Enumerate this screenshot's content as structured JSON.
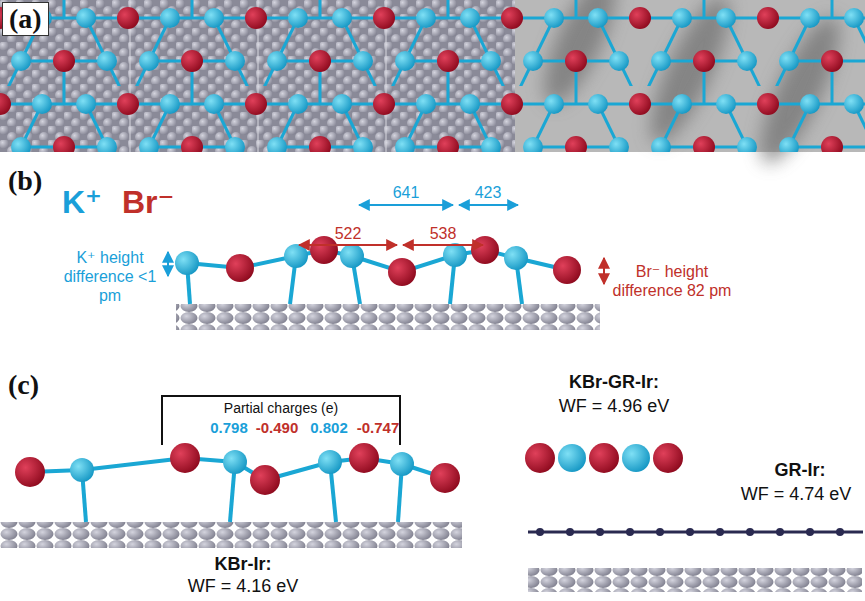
{
  "diagram": {
    "nodes": [
      {
        "text": [
          "(a)"
        ]
      }
    ],
    "labels": [
      "(b)",
      "(c)",
      "K⁺",
      "Br⁻",
      "641",
      "423",
      "522",
      "538",
      "K⁺ height difference <1 pm",
      "Br⁻ height difference 82 pm",
      "Partial charges (e)",
      "0.798",
      "-0.490",
      "0.802",
      "-0.747",
      "KBr-Ir:",
      "WF = 4.16 eV",
      "KBr-GR-Ir:",
      "WF = 4.96 eV",
      "GR-Ir:",
      "WF = 4.74 eV"
    ]
  }
}
